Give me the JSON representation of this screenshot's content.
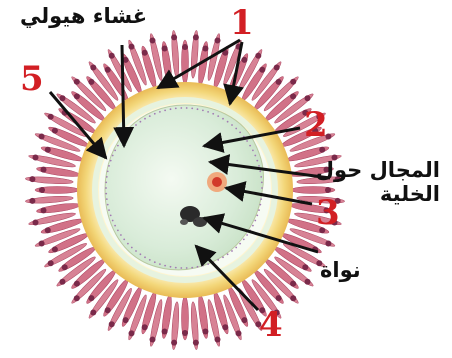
{
  "diagram": {
    "colors": {
      "label_number": "#d21f24",
      "arrow": "#111111",
      "corona_cells": "#c95872",
      "corona_nuclei": "#7a2a4a",
      "zona": "#f3d77a",
      "cytoplasm": "#d9ecd9",
      "polar_body": "#d23a2a"
    },
    "labels": {
      "n1": "1",
      "n2": "2",
      "n3": "3",
      "n4": "4",
      "n5": "5",
      "plasma_membrane": "غشاء هيولي",
      "perivitelline_space": "المجال حول\nالخلية",
      "nucleus": "نواة"
    }
  }
}
